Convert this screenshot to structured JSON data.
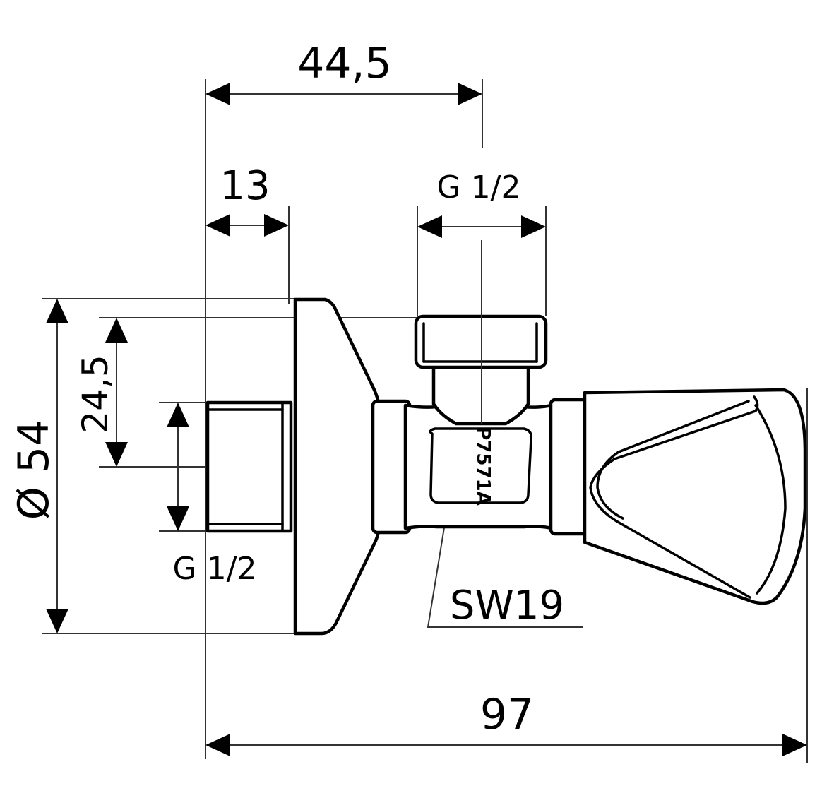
{
  "dimensions": {
    "width_top": "44,5",
    "inlet_depth": "13",
    "outlet_thread": "G 1/2",
    "diameter": "Ø 54",
    "height": "24,5",
    "inlet_thread": "G 1/2",
    "wrench_size": "SW19",
    "total_length": "97"
  },
  "body_marking": "P7571A",
  "colors": {
    "line": "#000000",
    "extension": "#333333",
    "background": "#ffffff"
  }
}
